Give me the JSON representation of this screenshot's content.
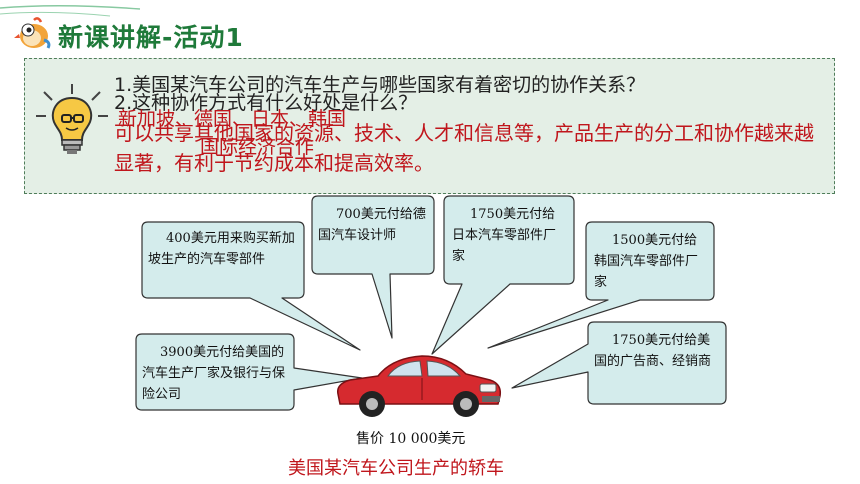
{
  "header": {
    "title": "新课讲解-活动1"
  },
  "questions": {
    "q1": "1.美国某汽车公司的汽车生产与哪些国家有着密切的协作关系？",
    "q2": "2.这种协作方式有什么好处是什么？",
    "answer_countries": "新加坡、德国、日本、韩国",
    "answer_term": "国际经济合作",
    "answer_benefit": "可以共享其他国家的资源、技术、人才和信息等，产品生产的分工和协作越来越显著，有利于节约成本和提高效率。"
  },
  "bubbles": [
    {
      "text": "400美元用来购买新加坡生产的汽车零部件"
    },
    {
      "text": "700美元付给德国汽车设计师"
    },
    {
      "text": "1750美元付给日本汽车零部件厂家"
    },
    {
      "text": "1500美元付给韩国汽车零部件厂家"
    },
    {
      "text": "3900美元付给美国的汽车生产厂家及银行与保险公司"
    },
    {
      "text": "1750美元付给美国的广告商、经销商"
    }
  ],
  "car": {
    "price": "售价 10 000美元",
    "caption": "美国某汽车公司生产的轿车"
  },
  "colors": {
    "bubble_fill": "#d4ecec",
    "bubble_stroke": "#333333",
    "answer_red": "#c0161c",
    "title_green": "#1f7a3a",
    "car_red": "#d62a2f"
  }
}
